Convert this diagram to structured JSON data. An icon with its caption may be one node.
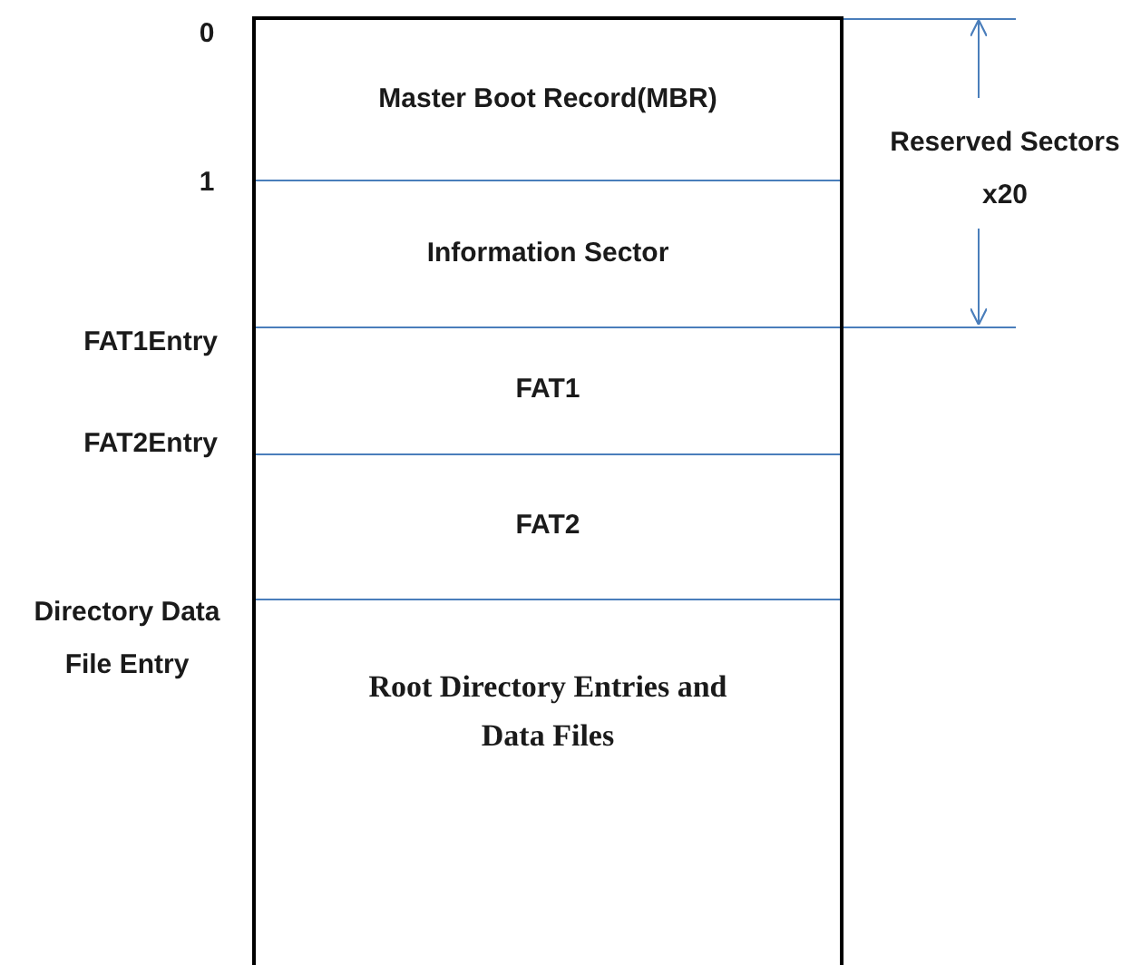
{
  "diagram": {
    "nodes": [
      {
        "text": [],
        "shape": "box"
      },
      {
        "text": [
          "Master Boot Record(MBR)"
        ],
        "in": 0
      },
      {
        "text": [
          "Information Sector"
        ],
        "in": 0
      },
      {
        "text": [
          "FAT1"
        ],
        "in": 0
      },
      {
        "text": [
          "FAT2"
        ],
        "in": 0
      },
      {
        "text": [
          "Root Directory Entries and Data Files"
        ],
        "in": 0
      }
    ],
    "edges": [],
    "labels": [
      "0",
      "1",
      "FAT1Entry",
      "FAT2Entry",
      "Directory Data File Entry",
      "Reserved Sectors x20"
    ]
  }
}
